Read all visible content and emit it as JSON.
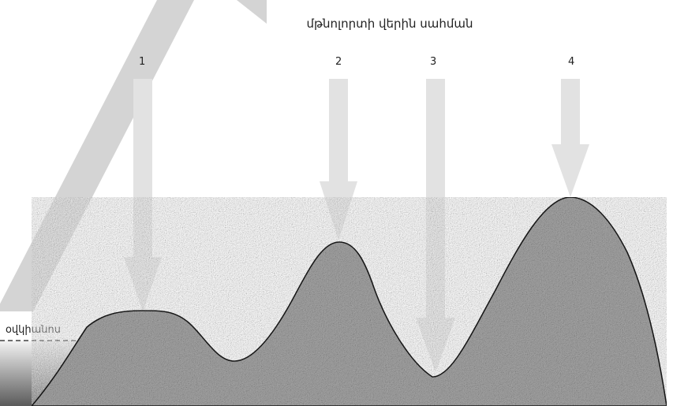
{
  "title": "մթնոլորտի վերին սահման",
  "ocean_label": "օվկիանոս",
  "arrows": [
    {
      "label": "1"
    },
    {
      "label": "2"
    },
    {
      "label": "3"
    },
    {
      "label": "4"
    }
  ],
  "colors": {
    "background": "#ffffff",
    "arrow": "#e2e2e2",
    "terrain": "#a6a6a6",
    "outline": "#1a1a1a",
    "watermark": "#d4d4d4"
  }
}
